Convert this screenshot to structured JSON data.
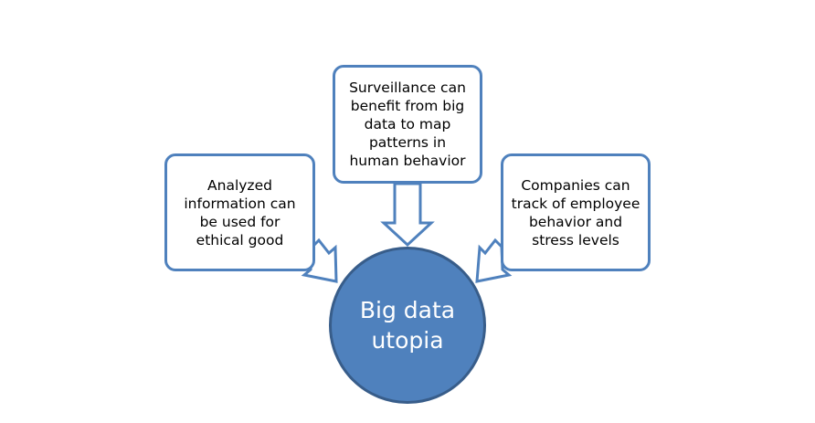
{
  "diagram": {
    "center": "Big data utopia",
    "top": "Surveillance can benefit from big data to map patterns in human behavior",
    "left": "Analyzed information can be used for ethical good",
    "right": "Companies can track of employee behavior and stress levels"
  },
  "colors": {
    "fill": "#4f81bd",
    "stroke": "#385d8a",
    "box_border": "#4f81bd",
    "arrow_fill": "#ffffff"
  }
}
